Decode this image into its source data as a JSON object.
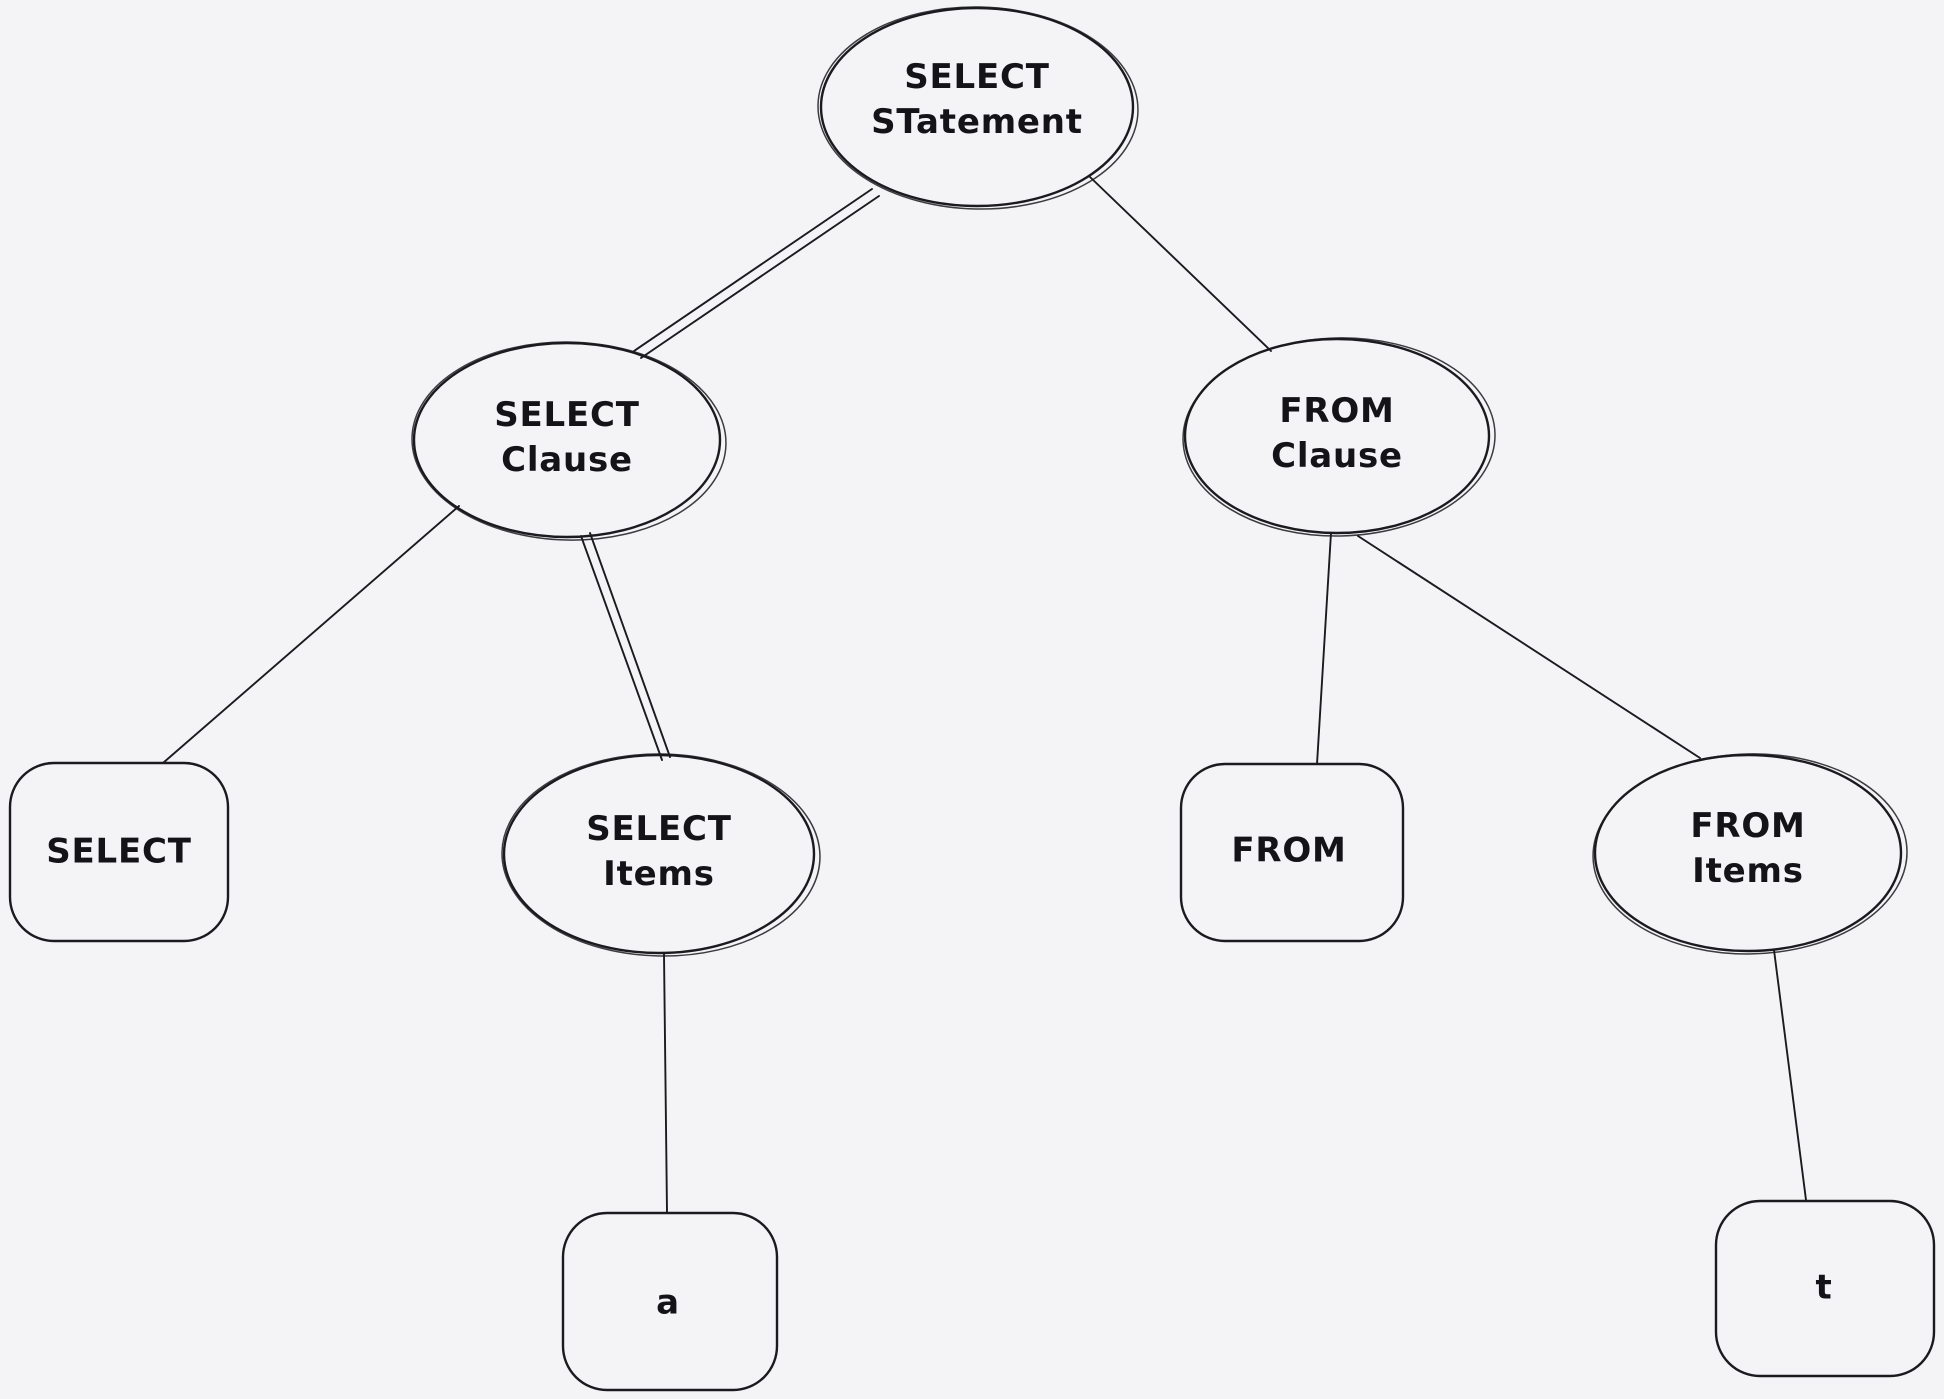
{
  "canvas": {
    "background": "#f4f4f6",
    "stroke_color": "#1b1b1f",
    "text_color": "#141418",
    "style": "hand-drawn-sketch"
  },
  "diagram": {
    "type": "tree",
    "description_visible_only": "parse tree of a SQL SELECT statement",
    "nodes": {
      "select_statement": {
        "label": "SELECT\nSTatement",
        "shape": "ellipse"
      },
      "select_clause": {
        "label": "SELECT\nClause",
        "shape": "ellipse"
      },
      "from_clause": {
        "label": "FROM\nClause",
        "shape": "ellipse"
      },
      "select_keyword": {
        "label": "SELECT",
        "shape": "rounded-rectangle"
      },
      "select_items": {
        "label": "SELECT\nItems",
        "shape": "ellipse"
      },
      "from_keyword": {
        "label": "FROM",
        "shape": "rounded-rectangle"
      },
      "from_items": {
        "label": "FROM\nItems",
        "shape": "ellipse"
      },
      "a_leaf": {
        "label": "a",
        "shape": "rounded-rectangle"
      },
      "t_leaf": {
        "label": "t",
        "shape": "rounded-rectangle"
      }
    },
    "edges": [
      {
        "from": "select_statement",
        "to": "select_clause"
      },
      {
        "from": "select_statement",
        "to": "from_clause"
      },
      {
        "from": "select_clause",
        "to": "select_keyword"
      },
      {
        "from": "select_clause",
        "to": "select_items"
      },
      {
        "from": "from_clause",
        "to": "from_keyword"
      },
      {
        "from": "from_clause",
        "to": "from_items"
      },
      {
        "from": "select_items",
        "to": "a_leaf"
      },
      {
        "from": "from_items",
        "to": "t_leaf"
      }
    ]
  }
}
